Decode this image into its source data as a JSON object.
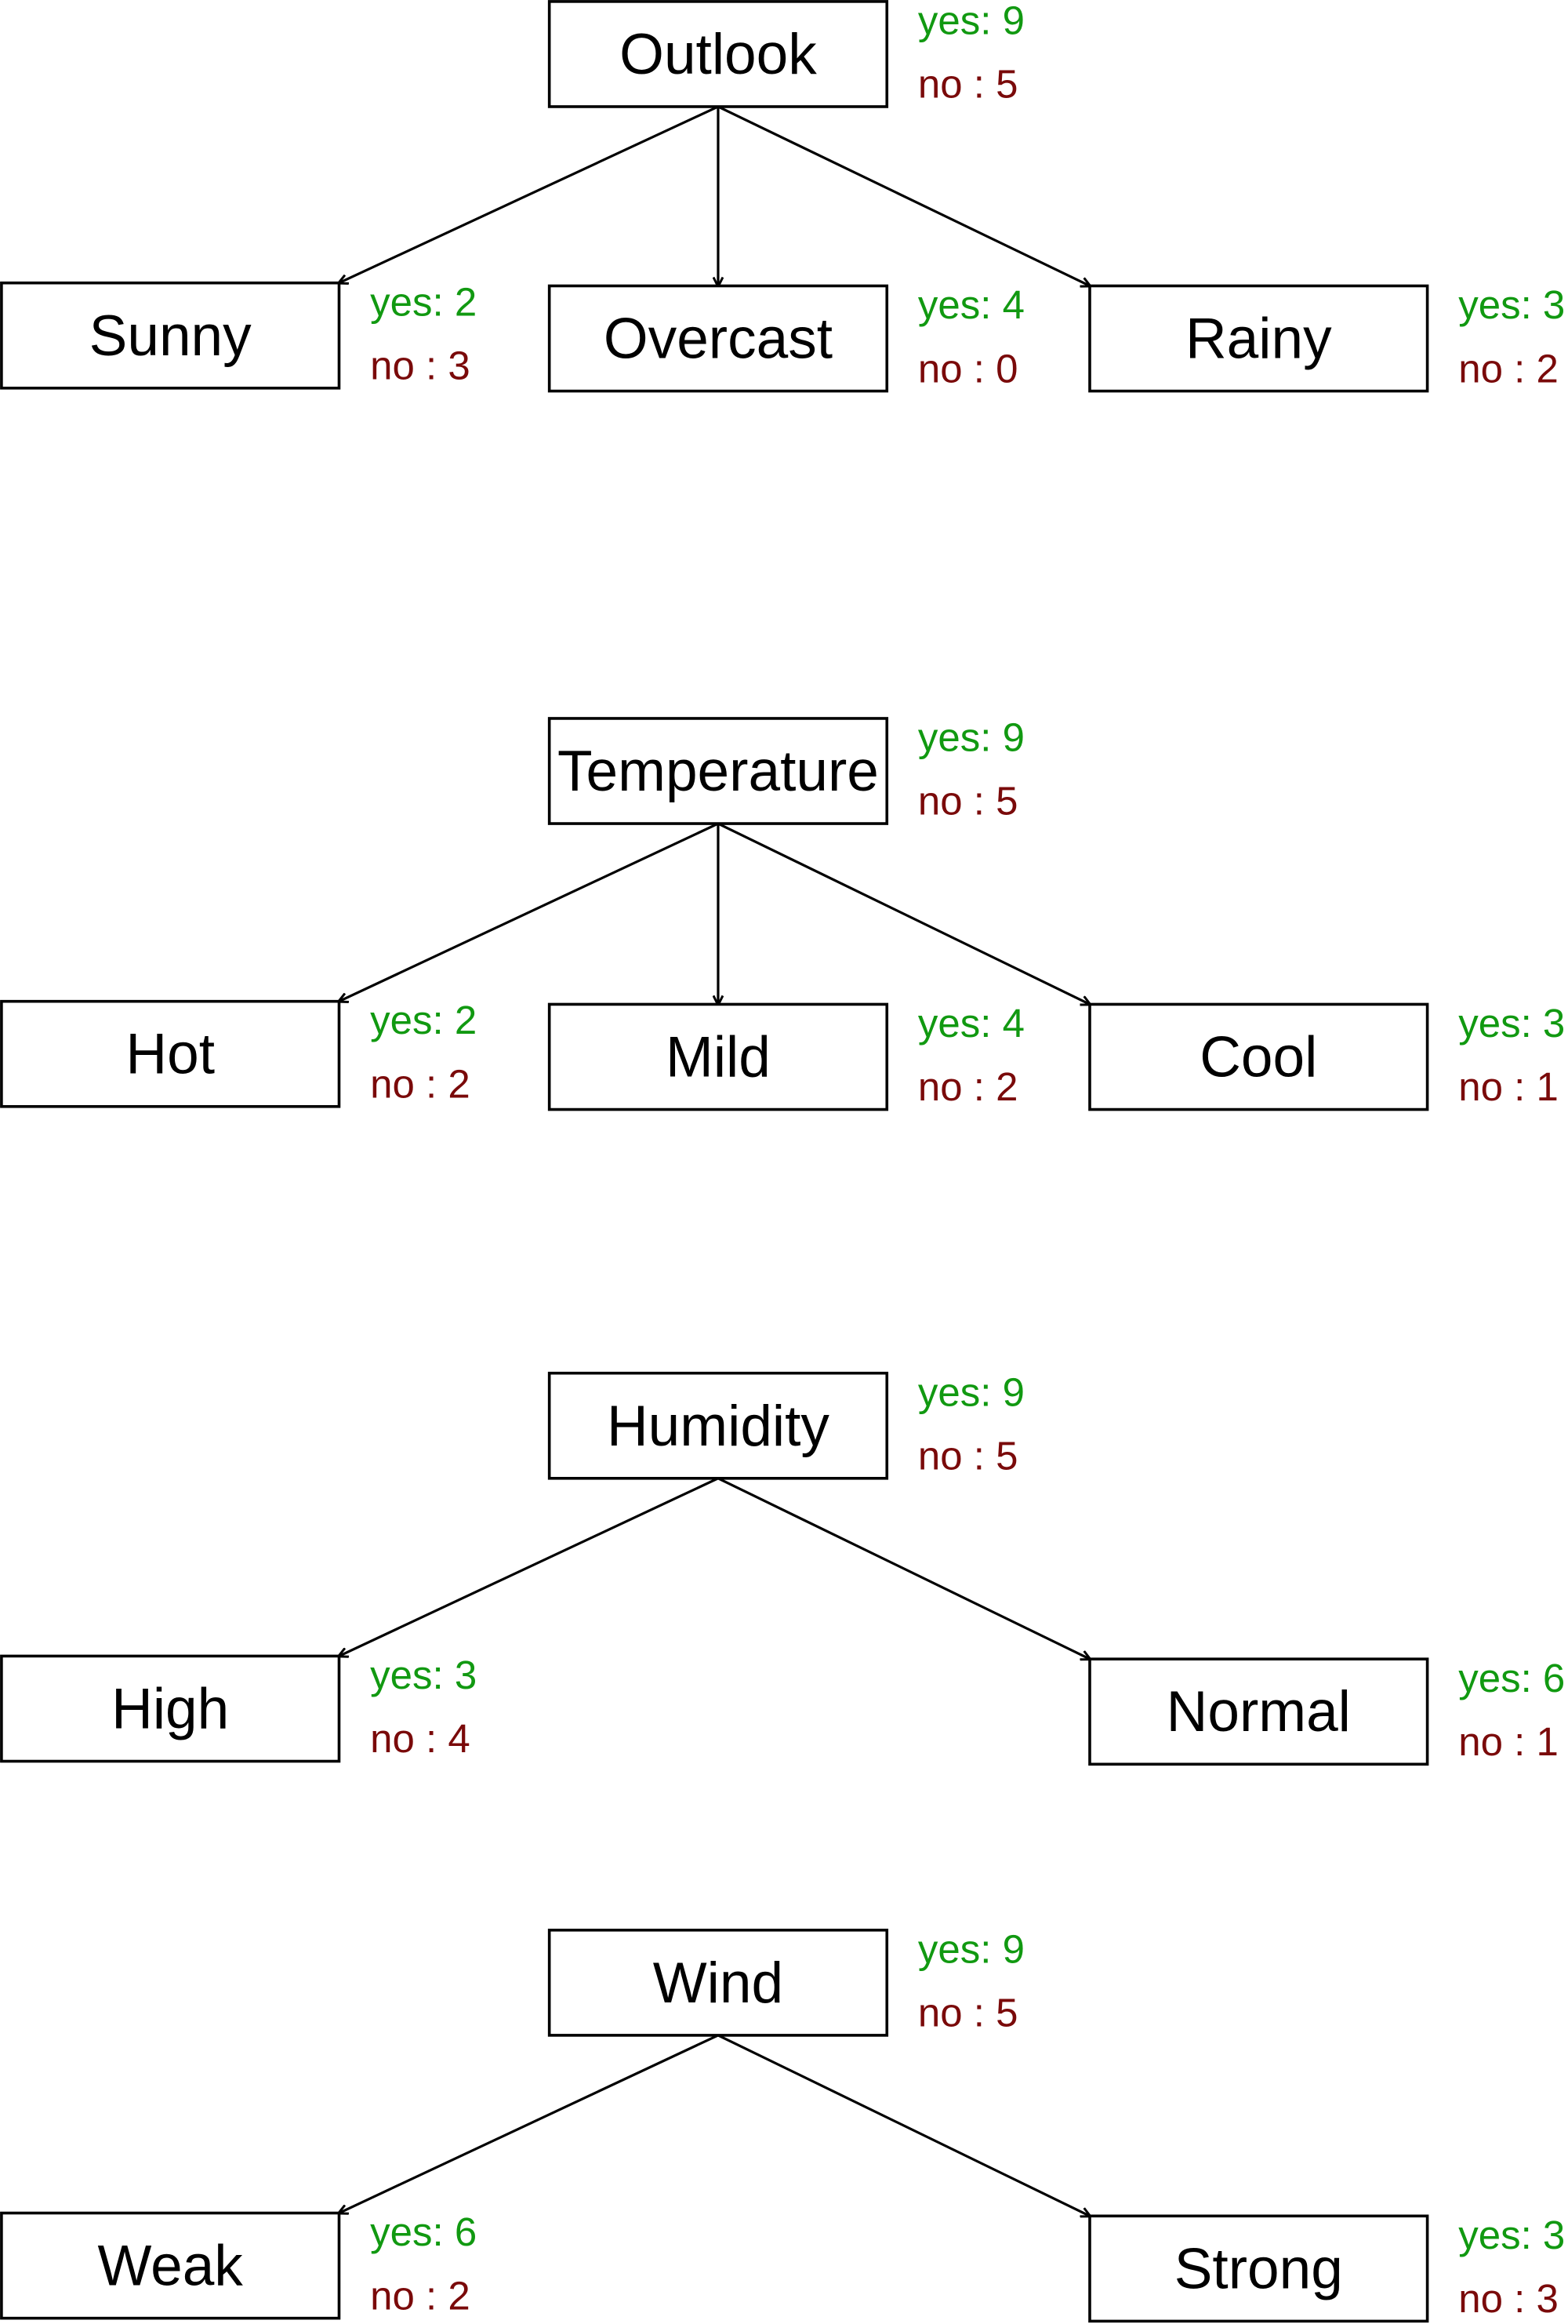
{
  "colors": {
    "yes": "#119911",
    "no": "#7a0a0a",
    "stroke": "#000000"
  },
  "trees": [
    {
      "root": {
        "label": "Outlook",
        "yes": "yes: 9",
        "no": "no : 5"
      },
      "children": [
        {
          "label": "Sunny",
          "yes": "yes: 2",
          "no": "no : 3"
        },
        {
          "label": "Overcast",
          "yes": "yes: 4",
          "no": "no : 0"
        },
        {
          "label": "Rainy",
          "yes": "yes: 3",
          "no": "no : 2"
        }
      ]
    },
    {
      "root": {
        "label": "Temperature",
        "yes": "yes: 9",
        "no": "no : 5"
      },
      "children": [
        {
          "label": "Hot",
          "yes": "yes: 2",
          "no": "no : 2"
        },
        {
          "label": "Mild",
          "yes": "yes: 4",
          "no": "no : 2"
        },
        {
          "label": "Cool",
          "yes": "yes: 3",
          "no": "no : 1"
        }
      ]
    },
    {
      "root": {
        "label": "Humidity",
        "yes": "yes: 9",
        "no": "no : 5"
      },
      "children": [
        {
          "label": "High",
          "yes": "yes: 3",
          "no": "no : 4"
        },
        {
          "label": "Normal",
          "yes": "yes: 6",
          "no": "no : 1"
        }
      ]
    },
    {
      "root": {
        "label": "Wind",
        "yes": "yes: 9",
        "no": "no : 5"
      },
      "children": [
        {
          "label": "Weak",
          "yes": "yes: 6",
          "no": "no : 2"
        },
        {
          "label": "Strong",
          "yes": "yes: 3",
          "no": "no : 3"
        }
      ]
    }
  ]
}
